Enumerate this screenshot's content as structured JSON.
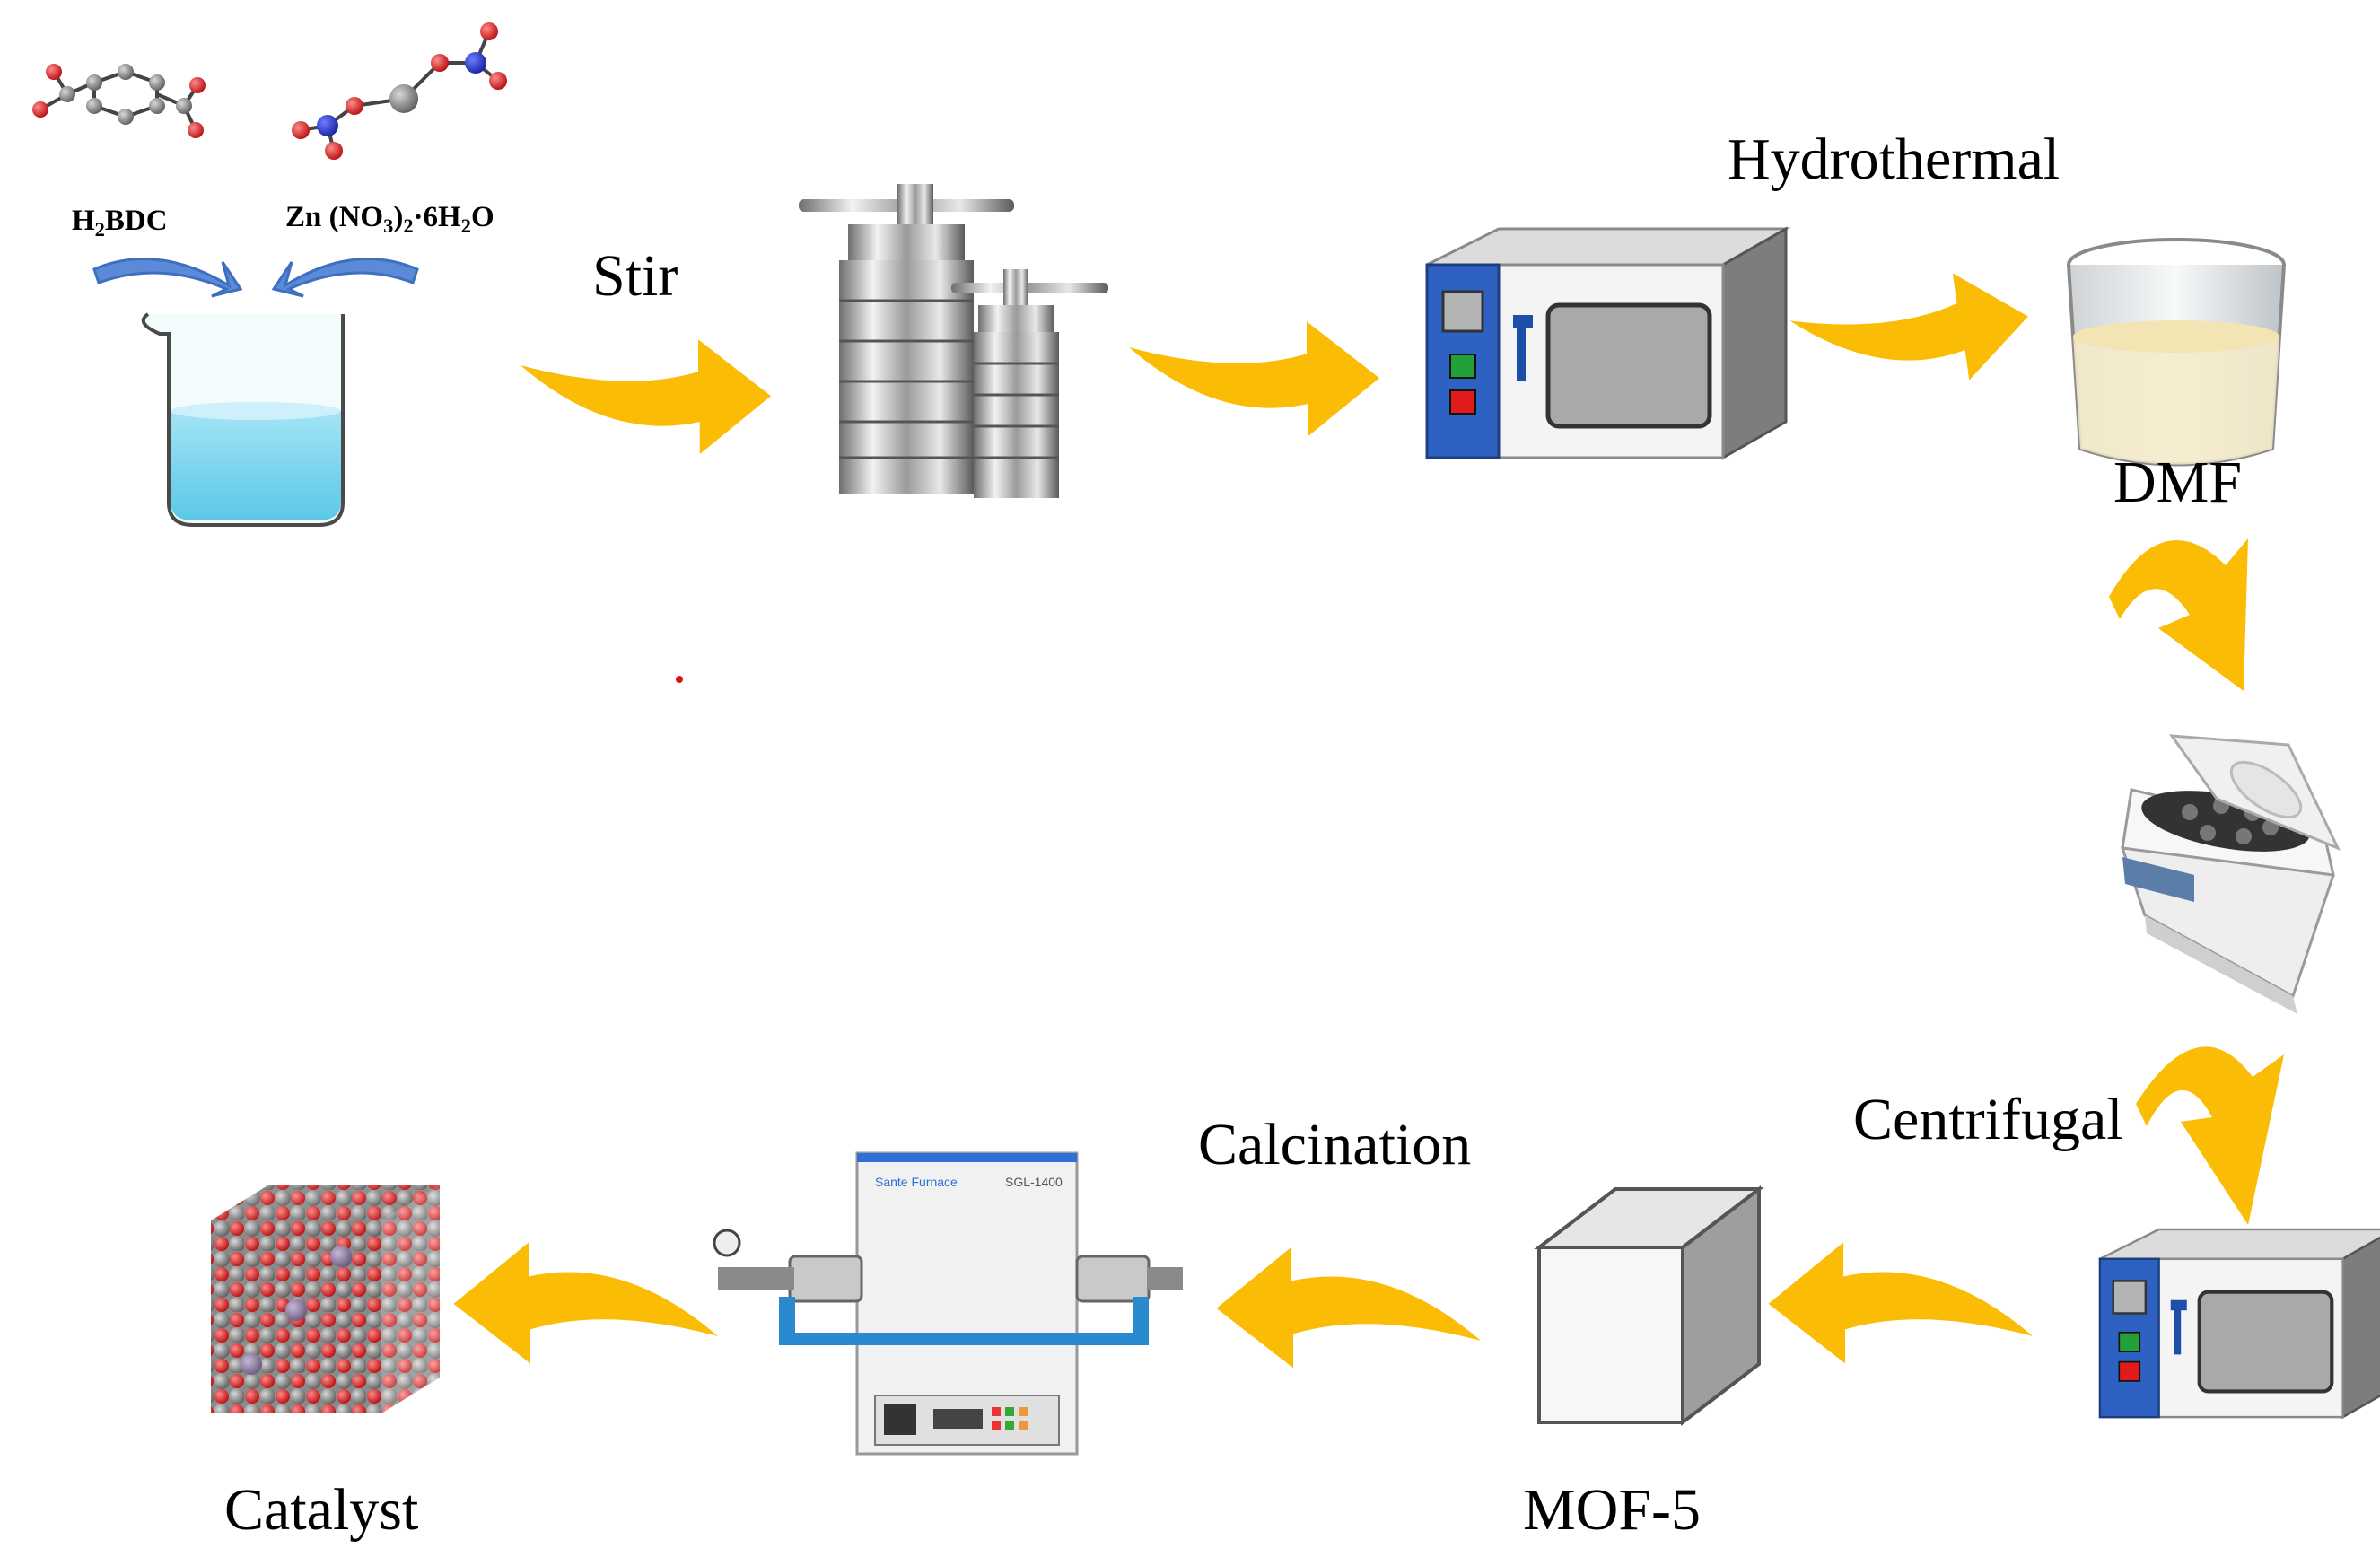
{
  "reagents": {
    "h2bdc": {
      "main": "H",
      "sub": "2",
      "rest": "BDC"
    },
    "zinc_nitrate": {
      "a": "Zn (NO",
      "sub1": "3",
      "b": ")",
      "sub2": "2",
      "c": "·6H",
      "sub3": "2",
      "d": "O"
    }
  },
  "labels": {
    "stir": "Stir",
    "hydrothermal": "Hydrothermal",
    "dmf": "DMF",
    "centrifugal": "Centrifugal",
    "calcination": "Calcination",
    "mof5": "MOF-5",
    "catalyst": "Catalyst"
  },
  "equipment_text": {
    "furnace_model": "SGL-1400",
    "furnace_brand": "Sante Furnace"
  },
  "colors": {
    "arrow": "#fbbc05",
    "blue_arrow": "#4f7fd0",
    "oven_panel": "#2e62c2",
    "water": "#7fd6ee",
    "oxygen_atom": "#dd1f1f",
    "nitrogen_atom": "#2233cc",
    "carbon_atom": "#7a7a7a"
  }
}
